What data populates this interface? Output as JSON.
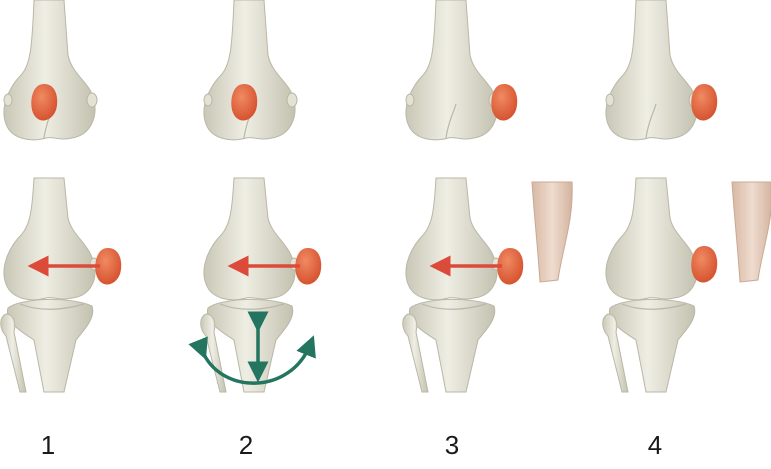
{
  "steps": [
    {
      "label": "1",
      "upper_patella": "on-femur",
      "lower": "push-medial",
      "tibia_rotation": false,
      "thigh_tissue": false
    },
    {
      "label": "2",
      "upper_patella": "on-femur",
      "lower": "push-medial",
      "tibia_rotation": true,
      "thigh_tissue": false
    },
    {
      "label": "3",
      "upper_patella": "dislocated-lateral",
      "lower": "push-medial",
      "tibia_rotation": false,
      "thigh_tissue": true
    },
    {
      "label": "4",
      "upper_patella": "dislocated-lateral",
      "lower": "dislocated",
      "tibia_rotation": false,
      "thigh_tissue": true
    }
  ],
  "colors": {
    "bone": "#e4e2d4",
    "bone_shadow": "#b9b7a6",
    "patella": "#e2623a",
    "push_arrow": "#dc4a3a",
    "rotation_arrow": "#23755f",
    "tissue": "#e3c9b6",
    "label": "#1a1a1a"
  },
  "icons": {
    "push": "arrow-left-icon",
    "rotation": "rotation-arrow-icon"
  }
}
